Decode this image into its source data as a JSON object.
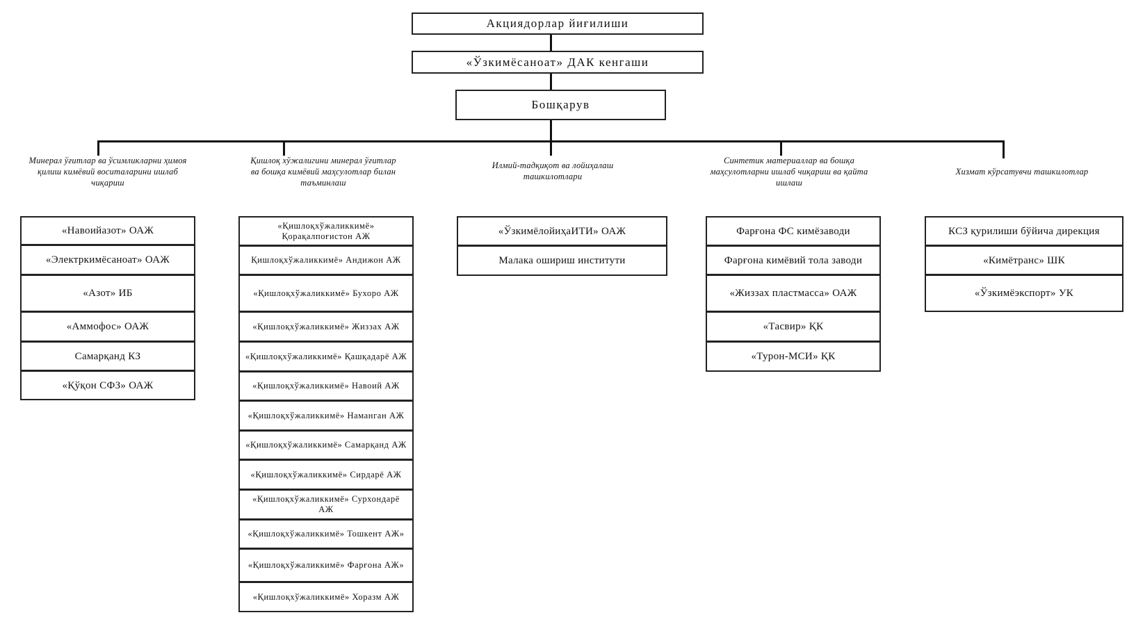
{
  "top": {
    "shareholders": "Акциядорлар йиғилиши",
    "council": "«Ўзкимёсаноат» ДАК кенгаши",
    "board": "Бошқарув"
  },
  "categories": [
    "Минерал ўғитлар ва ўсимликларни ҳимоя қилиш кимёвий воситаларини ишлаб чиқариш",
    "Қишлоқ хўжалигини минерал ўғитлар ва бошқа кимёвий маҳсулотлар билан таъминлаш",
    "Илмий-тадқиқот ва лойиҳалаш ташкилотлари",
    "Синтетик материаллар ва бошқа маҳсулотларни ишлаб чиқариш ва қайта ишлаш",
    "Хизмат кўрсатувчи ташкилотлар"
  ],
  "col1": [
    "«Навоийазот» ОАЖ",
    "«Электркимёсаноат» ОАЖ",
    "«Азот» ИБ",
    "«Аммофос» ОАЖ",
    "Самарқанд КЗ",
    "«Қўқон СФЗ» ОАЖ"
  ],
  "col2": [
    "«Қишлоқхўжаликкимё» Қорақалпоғистон АЖ",
    "Қишлоқхўжаликкимё» Андижон АЖ",
    "«Қишлоқхўжаликкимё» Бухоро АЖ",
    "«Қишлоқхўжаликкимё» Жиззах АЖ",
    "«Қишлоқхўжаликкимё» Қашқадарё АЖ",
    "«Қишлоқхўжаликкимё» Навоий АЖ",
    "«Қишлоқхўжаликкимё» Наманган АЖ",
    "«Қишлоқхўжаликкимё» Самарқанд АЖ",
    "«Қишлоқхўжаликкимё» Сирдарё АЖ",
    "«Қишлоқхўжаликкимё» Сурхондарё АЖ",
    "«Қишлоқхўжаликкимё» Тошкент АЖ»",
    "«Қишлоқхўжаликкимё» Фарғона АЖ»",
    "«Қишлоқхўжаликкимё» Хоразм АЖ"
  ],
  "col3": [
    "«ЎзкимёлойиҳаИТИ» ОАЖ",
    "Малака ошириш институти"
  ],
  "col4": [
    "Фарғона ФС кимёзаводи",
    "Фарғона кимёвий тола заводи",
    "«Жиззах пластмасса»  ОАЖ",
    "«Тасвир» ҚК",
    "«Турон-МСИ» ҚК"
  ],
  "col5": [
    "КСЗ қурилиши бўйича дирекция",
    "«Кимётранс» ШК",
    "«Ўзкимёэкспорт» УК"
  ]
}
